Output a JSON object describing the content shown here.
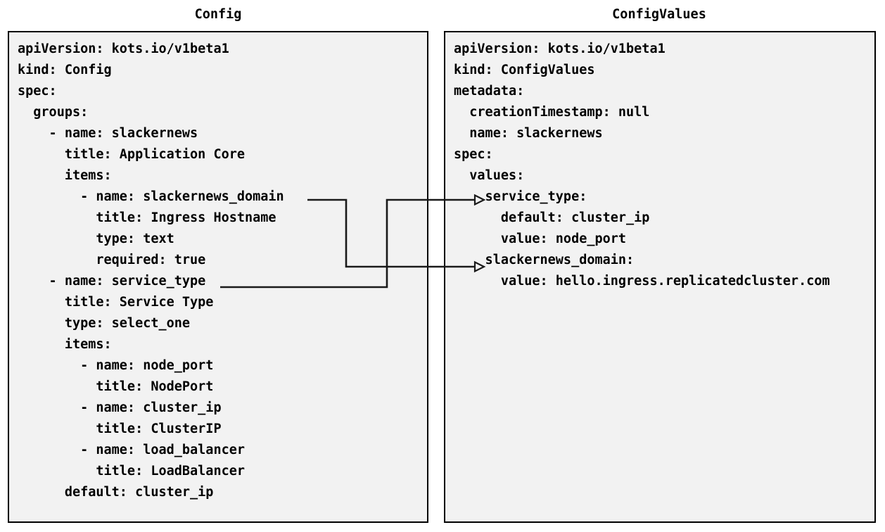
{
  "diagram": {
    "type": "two-panel-yaml-mapping",
    "background_color": "#ffffff",
    "panel_fill_color": "#f2f2f2",
    "panel_border_color": "#000000",
    "text_color": "#000000",
    "arrow_color": "#1a1a1a"
  },
  "panels": {
    "left": {
      "title": "Config",
      "yaml": "apiVersion: kots.io/v1beta1\nkind: Config\nspec:\n  groups:\n    - name: slackernews\n      title: Application Core\n      items:\n        - name: slackernews_domain\n          title: Ingress Hostname\n          type: text\n          required: true\n    - name: service_type\n      title: Service Type\n      type: select_one\n      items:\n        - name: node_port\n          title: NodePort\n        - name: cluster_ip\n          title: ClusterIP\n        - name: load_balancer\n          title: LoadBalancer\n      default: cluster_ip",
      "lines": [
        "apiVersion: kots.io/v1beta1",
        "kind: Config",
        "spec:",
        "  groups:",
        "    - name: slackernews",
        "      title: Application Core",
        "      items:",
        "        - name: slackernews_domain",
        "          title: Ingress Hostname",
        "          type: text",
        "          required: true",
        "    - name: service_type",
        "      title: Service Type",
        "      type: select_one",
        "      items:",
        "        - name: node_port",
        "          title: NodePort",
        "        - name: cluster_ip",
        "          title: ClusterIP",
        "        - name: load_balancer",
        "          title: LoadBalancer",
        "      default: cluster_ip"
      ]
    },
    "right": {
      "title": "ConfigValues",
      "yaml": "apiVersion: kots.io/v1beta1\nkind: ConfigValues\nmetadata:\n  creationTimestamp: null\n  name: slackernews\nspec:\n  values:\n    service_type:\n      default: cluster_ip\n      value: node_port\n    slackernews_domain:\n      value: hello.ingress.replicatedcluster.com",
      "lines": [
        "apiVersion: kots.io/v1beta1",
        "kind: ConfigValues",
        "metadata:",
        "  creationTimestamp: null",
        "  name: slackernews",
        "spec:",
        "  values:",
        "    service_type:",
        "      default: cluster_ip",
        "      value: node_port",
        "    slackernews_domain:",
        "      value: hello.ingress.replicatedcluster.com"
      ]
    }
  },
  "connections": [
    {
      "id": "slackernews-domain-mapping",
      "from": "slackernews_domain",
      "to": "slackernews_domain:",
      "label": ""
    },
    {
      "id": "service-type-mapping",
      "from": "service_type",
      "to": "service_type:",
      "label": ""
    }
  ]
}
